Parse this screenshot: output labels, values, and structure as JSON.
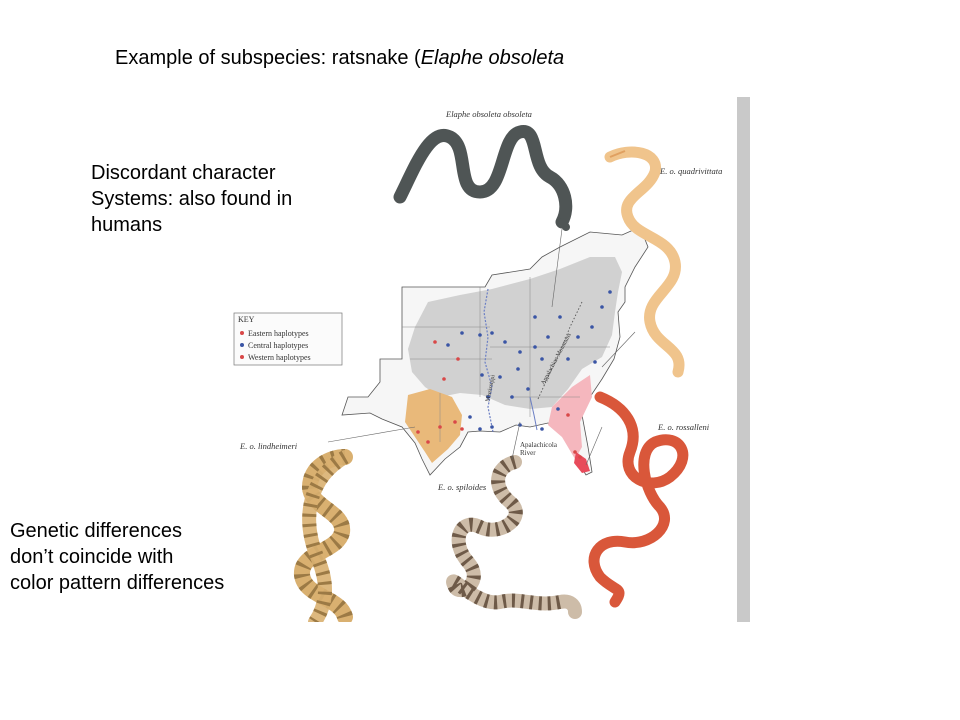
{
  "slide": {
    "title_prefix": "Example of subspecies:  ratsnake (",
    "title_species": "Elaphe obsoleta",
    "discordant_lines": [
      "Discordant character",
      "Systems: also found in",
      "humans"
    ],
    "genetic_lines": [
      "Genetic differences",
      "don’t coincide with",
      "color pattern differences"
    ]
  },
  "figure": {
    "labels": {
      "obsoleta": "Elaphe obsoleta obsoleta",
      "quadrivittata": "E. o. quadrivittata",
      "rossalleni": "E. o. rossalleni",
      "lindheimeri": "E. o. lindheimeri",
      "spiloides": "E. o. spiloides",
      "apalachicola_1": "Apalachicola",
      "apalachicola_2": "River",
      "mississippi": "Mississippi",
      "appalachian": "Appalachian Mountains"
    },
    "key": {
      "title": "KEY",
      "items": [
        {
          "label": "Eastern haplotypes",
          "color": "#d94848"
        },
        {
          "label": "Central haplotypes",
          "color": "#3a55a5"
        },
        {
          "label": "Western haplotypes",
          "color": "#d94848"
        }
      ]
    },
    "colors": {
      "range_grey": "#cfcfcf",
      "range_orange": "#e9b97a",
      "range_pink": "#f5b7be",
      "range_red": "#e84b5b",
      "eastern_dot": "#d94848",
      "central_dot": "#3a55a5",
      "river": "#6b7fc4",
      "snake_obsoleta": "#4f5555",
      "snake_quadrivittata": "#f0c48c",
      "snake_rossalleni": "#d9573a",
      "snake_lindheimeri": "#d9b070",
      "snake_spiloides": "#cdbca8",
      "page_edge": "#c9c9c9"
    }
  }
}
